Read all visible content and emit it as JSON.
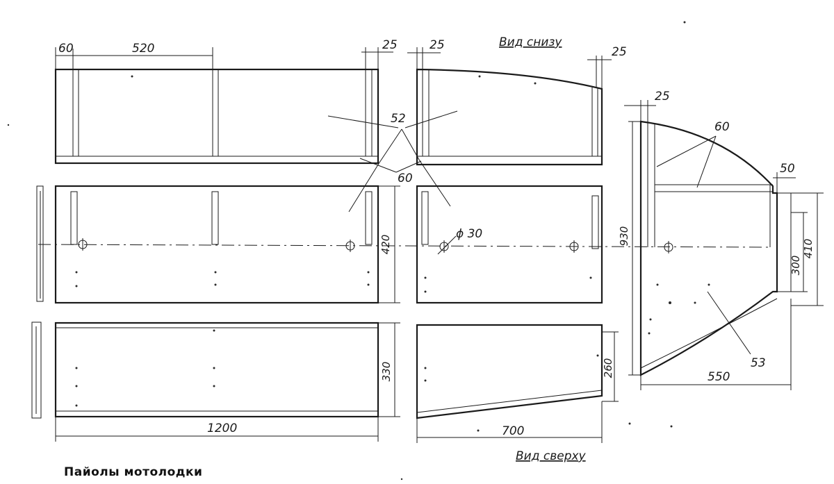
{
  "caption": "Пайолы мотолодки",
  "views": {
    "bottom_view": "Вид снизу",
    "top_view": "Вид сверху"
  },
  "dimensions": {
    "d60": "60",
    "d520": "520",
    "d25_a": "25",
    "d25_b": "25",
    "d25_c": "25",
    "d25_d": "25",
    "d50": "50",
    "d420": "420",
    "d330": "330",
    "d1200": "1200",
    "d700": "700",
    "d260": "260",
    "d930": "930",
    "d410": "410",
    "d300": "300",
    "d550": "550",
    "hole": "ϕ 30"
  },
  "callouts": {
    "c52": "52",
    "c60_a": "60",
    "c60_b": "60",
    "c53": "53"
  }
}
